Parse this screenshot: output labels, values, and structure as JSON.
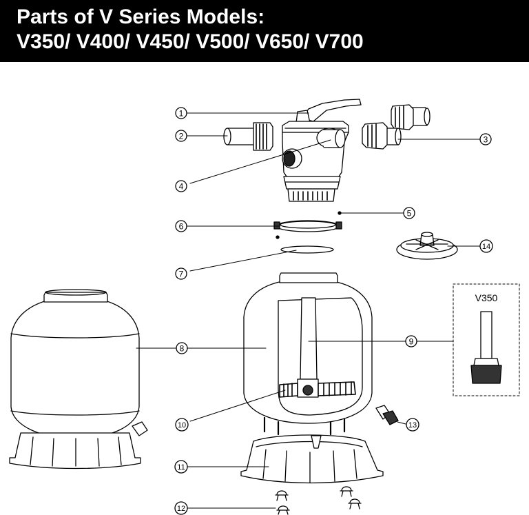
{
  "header": {
    "title_line1": "Parts of V Series Models:",
    "title_line2": "V350/ V400/ V450/ V500/ V650/ V700"
  },
  "callouts": [
    "1",
    "2",
    "3",
    "4",
    "5",
    "6",
    "7",
    "8",
    "9",
    "10",
    "11",
    "12",
    "13",
    "14"
  ],
  "inset": {
    "label": "V350"
  },
  "colors": {
    "header_bg": "#000000",
    "header_text": "#ffffff",
    "line": "#000000"
  }
}
